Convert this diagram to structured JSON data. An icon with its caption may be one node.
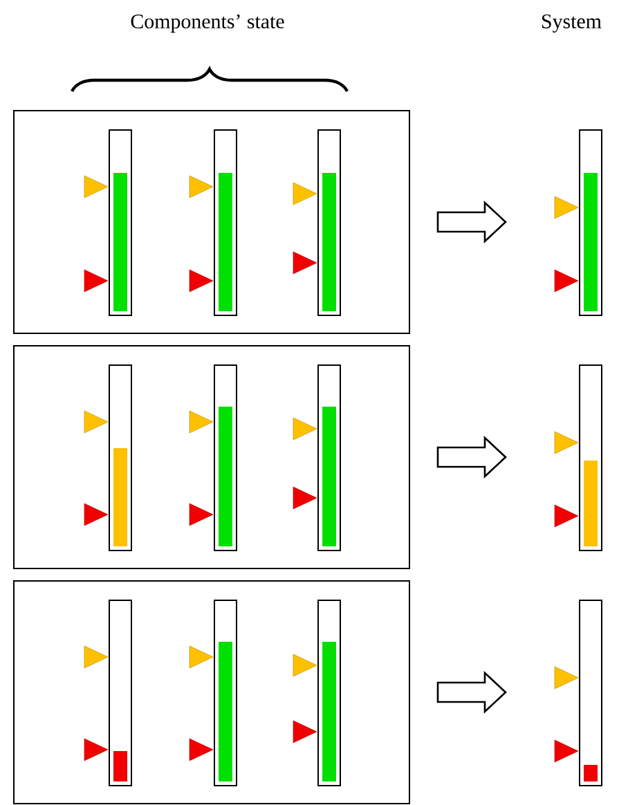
{
  "diagram": {
    "nodes": [
      {
        "text": [],
        "shape": "box"
      },
      {
        "text": [],
        "shape": "bar",
        "in": 0
      },
      {
        "text": [],
        "shape": "bar",
        "in": 0
      },
      {
        "text": [],
        "shape": "bar",
        "in": 0
      },
      {
        "text": [],
        "shape": "bar"
      },
      {
        "text": [],
        "shape": "box"
      },
      {
        "text": [],
        "shape": "bar",
        "in": 5
      },
      {
        "text": [],
        "shape": "bar",
        "in": 5
      },
      {
        "text": [],
        "shape": "bar",
        "in": 5
      },
      {
        "text": [],
        "shape": "bar"
      },
      {
        "text": [],
        "shape": "box"
      },
      {
        "text": [],
        "shape": "bar",
        "in": 10
      },
      {
        "text": [],
        "shape": "bar",
        "in": 10
      },
      {
        "text": [],
        "shape": "bar",
        "in": 10
      },
      {
        "text": [],
        "shape": "bar"
      }
    ],
    "edges": [
      {
        "from": 0,
        "to": 4,
        "arrow": "to"
      },
      {
        "from": 5,
        "to": 9,
        "arrow": "to"
      },
      {
        "from": 10,
        "to": 14,
        "arrow": "to"
      }
    ],
    "labels": [
      "Components’ state",
      "System"
    ]
  }
}
